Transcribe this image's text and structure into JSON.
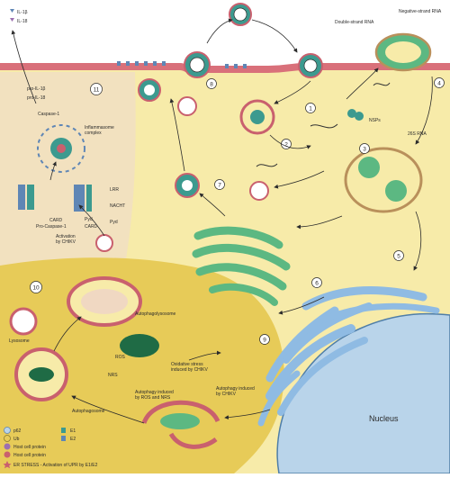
{
  "colors": {
    "extracellular": "#ffffff",
    "membrane": "#d9707a",
    "cytoplasm": "#f7eba9",
    "inflammasome_region": "#f2e1bf",
    "autophagy_region": "#e7cb58",
    "nucleus": "#b9d4ea",
    "er": "#8fbbe3",
    "golgi": "#5cb882",
    "virus_teal": "#3c9a8f",
    "virus_pink": "#c9606e",
    "spike_blue": "#5f86b5",
    "rna": "#333333"
  },
  "inflammasome": {
    "il1b": "IL-1β",
    "il18": "IL-18",
    "pro_il1b": "pro-IL-1β",
    "pro_il18": "pro-IL-18",
    "caspase1": "Caspase-1",
    "complex": "Inflammasome\ncomplex",
    "card_left": "CARD",
    "pro_caspase1": "Pro-Caspase-1",
    "pyd_top": "Pyd",
    "card_right": "CARD",
    "lrr": "LRR",
    "nacht": "NACHT",
    "pyd_bottom": "Pyd",
    "activation": "Activation\nby CHIKV"
  },
  "replication": {
    "dsrna": "Double-strand RNA",
    "nsrna": "Negative-strand RNA",
    "nsps": "NSPs",
    "rna26s": "26S RNA",
    "nucleus": "Nucleus"
  },
  "autophagy": {
    "autophagolysosome": "Autophagolysosome",
    "lysosome": "Lysosome",
    "ros": "ROS",
    "nrs": "NRS",
    "oxidative": "Oxidative stress\ninduced by CHIKV",
    "ros_nrs": "Autophagy induced\nby ROS and NRS",
    "chikv_induced": "Autophagy induced\nby CHIKV",
    "autophagosome": "Autophagosome"
  },
  "step_numbers": [
    "1",
    "2",
    "3",
    "4",
    "5",
    "6",
    "7",
    "8",
    "9",
    "10",
    "11"
  ],
  "legend": [
    {
      "icon": "p62",
      "label": "p62"
    },
    {
      "icon": "ub",
      "label": "Ub"
    },
    {
      "icon": "host-protein-a",
      "label": "Host cell protein"
    },
    {
      "icon": "host-protein-b",
      "label": "Host cell protein"
    },
    {
      "icon": "e1",
      "label": "E1"
    },
    {
      "icon": "e2",
      "label": "E2"
    },
    {
      "icon": "er-stress",
      "label": "ER STRESS - Activation of UPR by E1/E2"
    }
  ]
}
